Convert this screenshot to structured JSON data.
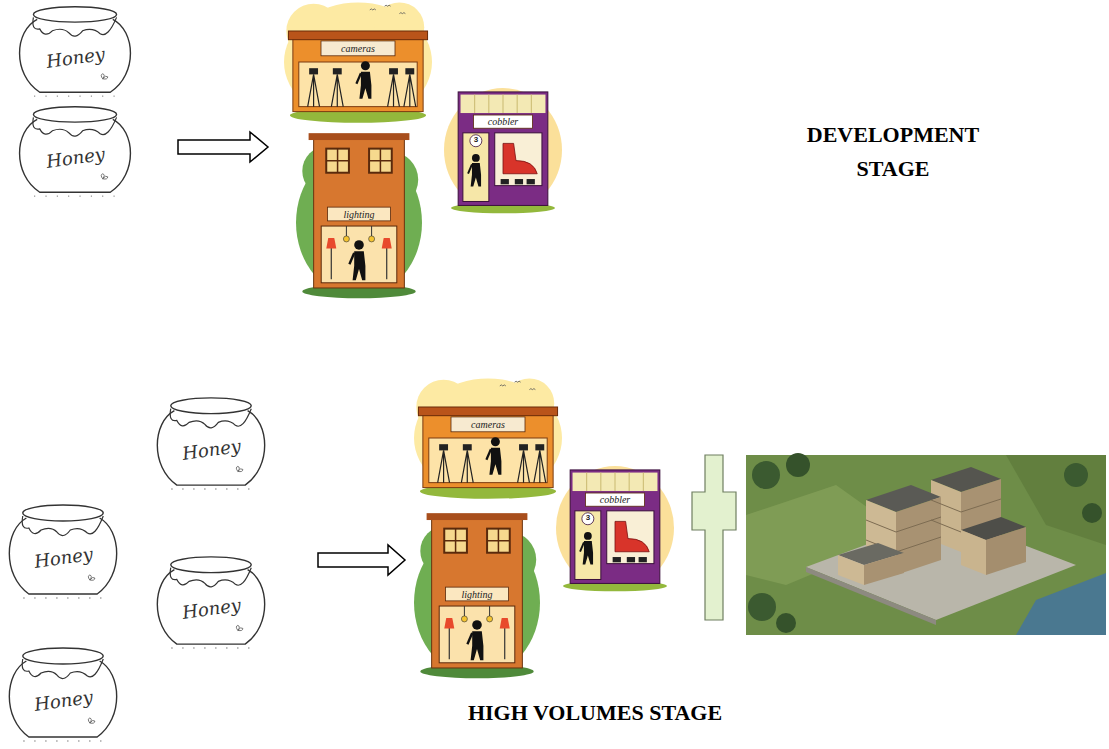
{
  "diagram": {
    "nodes": [
      {
        "text": [
          "Honey"
        ]
      },
      {
        "text": [
          "Honey"
        ]
      },
      {
        "text": [
          "cameras"
        ]
      },
      {
        "text": [
          "lighting"
        ]
      },
      {
        "text": [
          "cobbler",
          "3"
        ]
      },
      {
        "text": [
          "Honey"
        ]
      },
      {
        "text": [
          "Honey"
        ]
      },
      {
        "text": [
          "Honey"
        ]
      },
      {
        "text": [
          "Honey"
        ]
      },
      {
        "text": [
          "cameras"
        ]
      },
      {
        "text": [
          "lighting"
        ]
      },
      {
        "text": [
          "cobbler",
          "3"
        ]
      }
    ],
    "labels": [
      "DEVELOPMENT STAGE",
      "HIGH VOLUMES STAGE"
    ]
  }
}
